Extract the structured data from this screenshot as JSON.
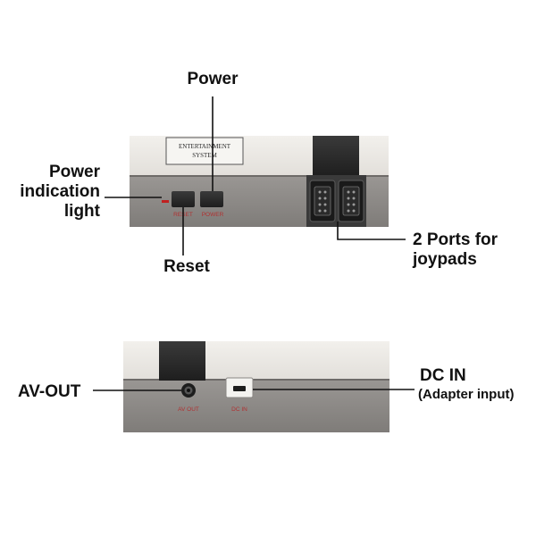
{
  "front": {
    "badge_line1": "ENTERTAINMENT",
    "badge_line2": "SYSTEM",
    "reset_label": "RESET",
    "power_label": "POWER"
  },
  "back": {
    "av_out_label": "AV OUT",
    "dc_in_label": "DC IN"
  },
  "callouts": {
    "power": "Power",
    "power_indication_line1": "Power",
    "power_indication_line2": "indication",
    "power_indication_line3": "light",
    "reset": "Reset",
    "joypads_line1": "2 Ports for",
    "joypads_line2": "joypads",
    "av_out": "AV-OUT",
    "dc_in_line1": "DC IN",
    "dc_in_line2": "(Adapter input)"
  },
  "colors": {
    "body_light": "#eeece8",
    "body_shadow": "#d6d3ce",
    "bottom_panel": "#8d8a87",
    "dark_port": "#2c2c2c",
    "callout_line": "#111111",
    "port_text": "#b03030"
  }
}
